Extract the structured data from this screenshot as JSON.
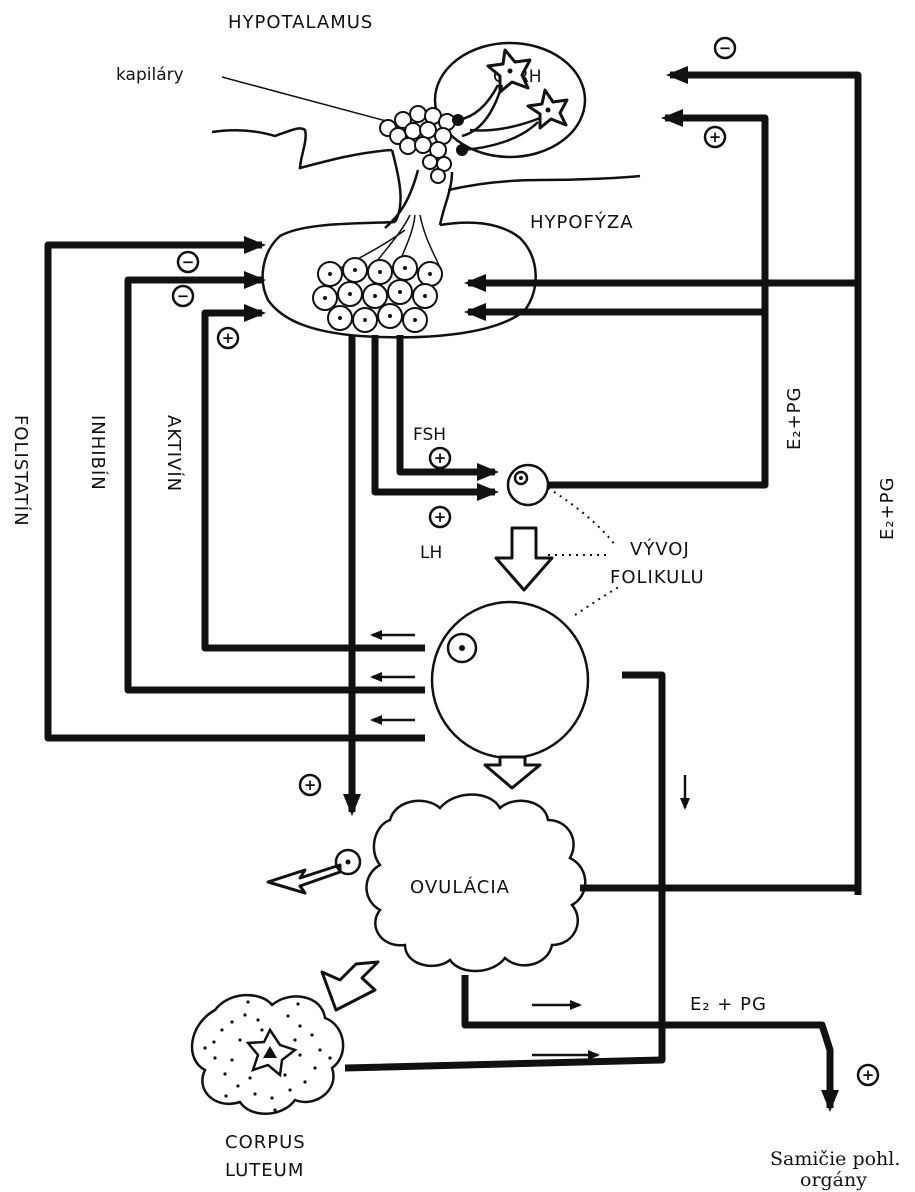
{
  "labels": {
    "hypotalamus": "HYPOTALAMUS",
    "kapilary": "kapiláry",
    "gnrh": "GnRH",
    "hypofyza": "HYPOFÝZA",
    "fsh": "FSH",
    "lh": "LH",
    "vyvoj": "VÝVOJ",
    "folikulu": "FOLIKULU",
    "ovulacia": "OVULÁCIA",
    "corpus": "CORPUS",
    "luteum": "LUTEUM",
    "folistatin": "FOLISTATÍN",
    "inhibin": "INHIBÍN",
    "aktivin": "AKTIVÍN",
    "e2pg_inner": "E₂+PG",
    "e2pg_outer": "E₂+PG",
    "e2pg_bottom": "E₂ + PG",
    "target_line1": "Samičie pohl.",
    "target_line2": "orgány"
  },
  "signs": {
    "minus": "−",
    "plus": "+"
  },
  "colors": {
    "ink": "#111111",
    "paper": "#ffffff"
  }
}
